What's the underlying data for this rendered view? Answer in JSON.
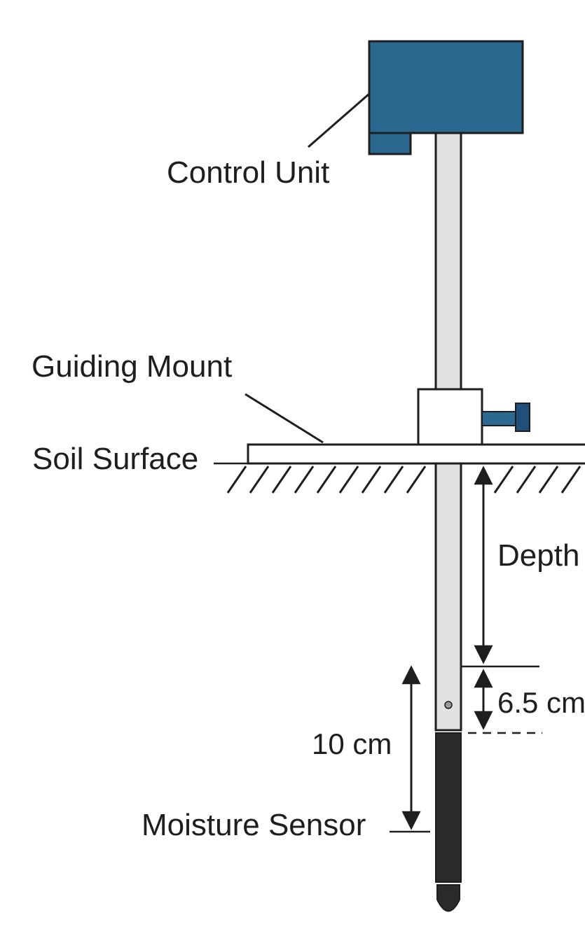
{
  "labels": {
    "control_unit": "Control Unit",
    "guiding_mount": "Guiding Mount",
    "soil_surface": "Soil Surface",
    "depth": "Depth",
    "offset": "6.5 cm",
    "sensor_length": "10 cm",
    "moisture_sensor": "Moisture Sensor"
  },
  "colors": {
    "control_unit": "#2a6890",
    "clamp_knob": "#1f4f7a",
    "rod": "#e2e2e2",
    "sensor": "#2a2a2a",
    "line": "#1e1e1e"
  }
}
